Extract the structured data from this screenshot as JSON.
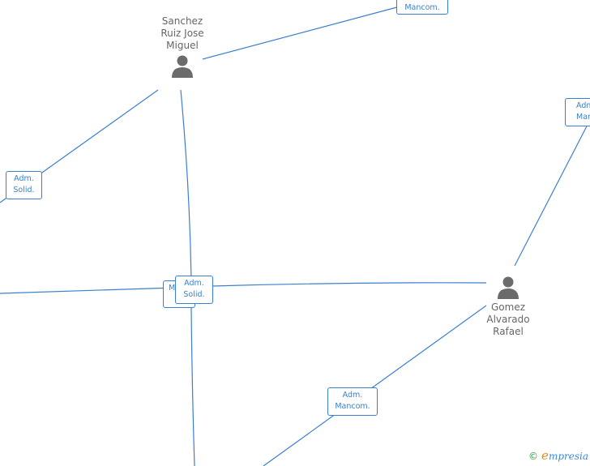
{
  "persons": [
    {
      "id": "sanchez",
      "name_lines": [
        "Sanchez",
        "Ruiz Jose",
        "Miguel"
      ],
      "icon": "person-icon"
    },
    {
      "id": "gomez",
      "name_lines": [
        "Gomez",
        "Alvarado",
        "Rafael"
      ],
      "icon": "person-icon"
    }
  ],
  "roles": [
    {
      "id": "top-mancom",
      "lines": [
        "Mancom."
      ]
    },
    {
      "id": "right-adm-mancom",
      "lines": [
        "Adm.",
        "Mancom."
      ]
    },
    {
      "id": "left-adm-solid",
      "lines": [
        "Adm.",
        "Solid."
      ]
    },
    {
      "id": "center-mancom-back",
      "lines": [
        "",
        "M"
      ]
    },
    {
      "id": "center-adm-solid",
      "lines": [
        "Adm.",
        "Solid."
      ]
    },
    {
      "id": "bottom-adm-mancom",
      "lines": [
        "Adm.",
        "Mancom."
      ]
    }
  ],
  "brand": {
    "copyright": "©",
    "e": "e",
    "rest": "mpresia"
  },
  "colors": {
    "edge": "#3a7fd0",
    "node_text": "#666666",
    "role_border": "#3a7fd0"
  }
}
